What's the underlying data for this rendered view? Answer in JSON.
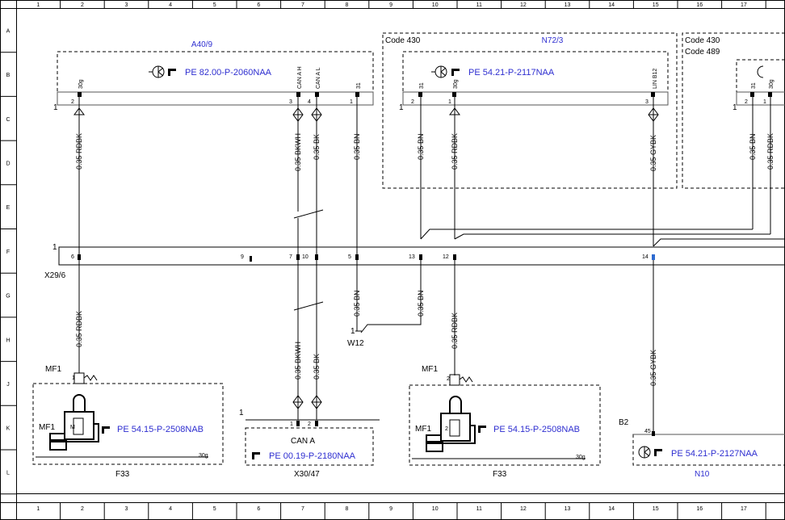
{
  "frame": {
    "columns": [
      "1",
      "2",
      "3",
      "4",
      "5",
      "6",
      "7",
      "8",
      "9",
      "10",
      "11",
      "12",
      "13",
      "14",
      "15",
      "16",
      "17"
    ],
    "rows": [
      "A",
      "B",
      "C",
      "D",
      "E",
      "F",
      "G",
      "H",
      "J",
      "K",
      "L"
    ]
  },
  "components": {
    "a40": {
      "name": "A40/9",
      "ref": "PE 82.00-P-2060NAA",
      "pins": [
        "2",
        "3",
        "4",
        "1"
      ],
      "pin_names": [
        "30g",
        "CAN A H",
        "CAN A L",
        "31"
      ],
      "conn": "1"
    },
    "n72": {
      "code": "Code 430",
      "name": "N72/3",
      "ref": "PE 54.21-P-2117NAA",
      "pins": [
        "2",
        "1",
        "3"
      ],
      "pin_names": [
        "31",
        "30g",
        "LIN B12"
      ],
      "conn": "1"
    },
    "right": {
      "code1": "Code 430",
      "code2": "Code 489",
      "pins": [
        "2",
        "1"
      ],
      "pin_names": [
        "31",
        "30g"
      ],
      "conn": "1"
    },
    "x29": {
      "name": "X29/6",
      "pin_mark": "1",
      "pins": [
        "6",
        "9",
        "7",
        "10",
        "5",
        "13",
        "12",
        "14"
      ]
    },
    "w12": {
      "name": "W12",
      "pin": "1"
    },
    "f33a": {
      "name": "F33",
      "mf": "MF1",
      "mf2": "MF1",
      "pin": "1",
      "fuse": "M",
      "ref": "PE 54.15-P-2508NAB",
      "bus": "30g"
    },
    "x30": {
      "name": "X30/47",
      "mark": "1",
      "pins": [
        "1",
        "2"
      ],
      "label": "CAN A",
      "ref": "PE 00.19-P-2180NAA"
    },
    "f33b": {
      "name": "F33",
      "mf": "MF1",
      "mf2": "MF1",
      "pin": "2",
      "fuse": "2",
      "ref": "PE 54.15-P-2508NAB",
      "bus": "30g"
    },
    "n10": {
      "name": "N10",
      "conn": "B2",
      "pin": "45",
      "ref": "PE 54.21-P-2127NAA"
    }
  },
  "wires": {
    "w1": "0.35 RDBK",
    "w2": "0.35 BKWH",
    "w3": "0.35 BK",
    "w4": "0.35 BN",
    "w5": "0.35 BN",
    "w6": "0.35 RDBK",
    "w7": "0.35 GYBK",
    "w8": "0.35 BN",
    "w9": "0.35 RDBK",
    "l1": "0.35 RDBK",
    "l2": "0.35 BKWH",
    "l3": "0.35 BK",
    "l4": "0.35 BN",
    "l5": "0.35 BN",
    "l6": "0.35 RDBK",
    "l7": "0.35 GYBK"
  },
  "icon": "manual-reference-icon"
}
